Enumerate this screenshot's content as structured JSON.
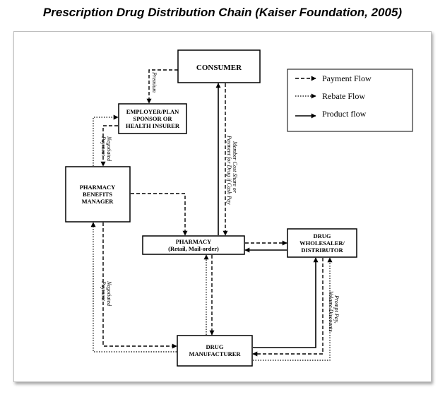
{
  "title": "Prescription Drug Distribution Chain (Kaiser Foundation, 2005)",
  "nodes": {
    "consumer": [
      "CONSUMER"
    ],
    "employer": [
      "EMPLOYER/PLAN",
      "SPONSOR OR",
      "HEALTH INSURER"
    ],
    "pbm": [
      "PHARMACY",
      "BENEFITS",
      "MANAGER"
    ],
    "pharmacy": [
      "PHARMACY",
      "(Retail, Mail-order)"
    ],
    "wholesaler": [
      "DRUG",
      "WHOLESALER/",
      "DISTRIBUTOR"
    ],
    "manufacturer": [
      "DRUG",
      "MANUFACTURER"
    ]
  },
  "edge_labels": {
    "premium": "Premium",
    "negotiated_payment_top": [
      "Negotiated",
      "Payment"
    ],
    "member_cost_share": [
      "Member Cost Share or",
      "Payment for Drug if Cash Pay"
    ],
    "negotiated_payment_bottom": [
      "Negotiated",
      "Payment"
    ],
    "prompt_pay": [
      "Prompt Pay,",
      "Volume Discounts"
    ]
  },
  "legend": {
    "payment": "Payment Flow",
    "rebate": "Rebate Flow",
    "product": "Product flow"
  }
}
